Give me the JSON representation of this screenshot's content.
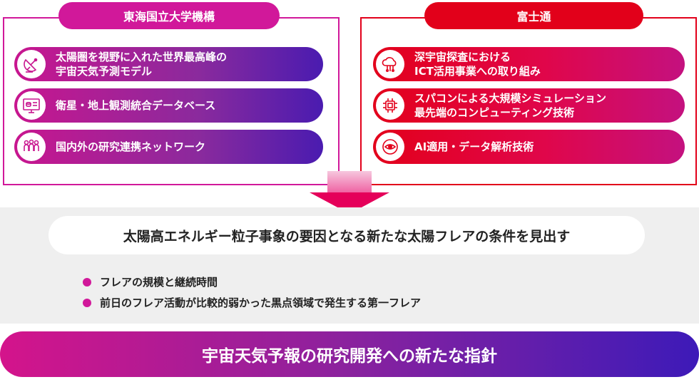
{
  "left_panel": {
    "title": "東海国立大学機構",
    "items": [
      {
        "icon": "satellite-dish-icon",
        "line1": "太陽圏を視野に入れた世界最高峰の",
        "line2": "宇宙天気予測モデル"
      },
      {
        "icon": "monitor-database-icon",
        "line1": "衛星・地上観測統合データベース",
        "line2": ""
      },
      {
        "icon": "people-network-icon",
        "line1": "国内外の研究連携ネットワーク",
        "line2": ""
      }
    ]
  },
  "right_panel": {
    "title": "富士通",
    "items": [
      {
        "icon": "cloud-network-icon",
        "line1": "深宇宙探査における",
        "line2": "ICT活用事業への取り組み"
      },
      {
        "icon": "cpu-chip-icon",
        "line1": "スパコンによる大規模シミュレーション",
        "line2": "最先端のコンピューティング技術"
      },
      {
        "icon": "ai-eye-icon",
        "line1": "AI適用・データ解析技術",
        "line2": ""
      }
    ]
  },
  "result": {
    "headline": "太陽高エネルギー粒子事象の要因となる新たな太陽フレアの条件を見出す",
    "bullets": [
      "フレアの規模と継続時間",
      "前日のフレア活動が比較的弱かった黒点領域で発生する第一フレア"
    ]
  },
  "conclusion": "宇宙天気予報の研究開発への新たな指針",
  "colors": {
    "magenta": "#d1189a",
    "red": "#e2001a",
    "purple": "#3d1ab8",
    "gray_bg": "#efefef"
  }
}
